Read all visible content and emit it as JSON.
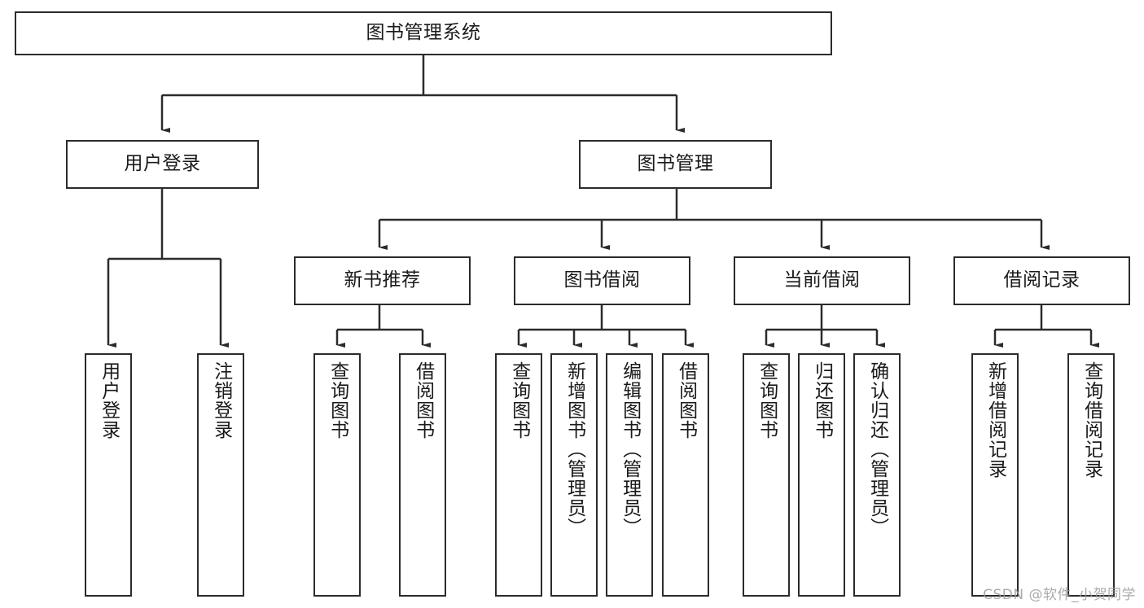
{
  "diagram": {
    "type": "tree-hierarchy",
    "title": "图书管理系统",
    "background_color": "#ffffff",
    "line_color": "#2b2b2b",
    "box_fill": "#ffffff"
  },
  "nodes": {
    "root": {
      "label": "图书管理系统"
    },
    "level2": [
      {
        "label": "用户登录"
      },
      {
        "label": "图书管理"
      }
    ],
    "level3": [
      {
        "label": "新书推荐"
      },
      {
        "label": "图书借阅"
      },
      {
        "label": "当前借阅"
      },
      {
        "label": "借阅记录"
      }
    ],
    "leaves": {
      "user_login": [
        {
          "label": "用户登录"
        },
        {
          "label": "注销登录"
        }
      ],
      "new_book_recommend": [
        {
          "label": "查询图书"
        },
        {
          "label": "借阅图书"
        }
      ],
      "book_borrow": [
        {
          "label": "查询图书"
        },
        {
          "label": "新增图书（管理员）"
        },
        {
          "label": "编辑图书（管理员）"
        },
        {
          "label": "借阅图书"
        }
      ],
      "current_borrow": [
        {
          "label": "查询图书"
        },
        {
          "label": "归还图书"
        },
        {
          "label": "确认归还（管理员）"
        }
      ],
      "borrow_record": [
        {
          "label": "新增借阅记录"
        },
        {
          "label": "查询借阅记录"
        }
      ]
    }
  },
  "watermark": {
    "text": "CSDN @软件_小贺同学"
  }
}
